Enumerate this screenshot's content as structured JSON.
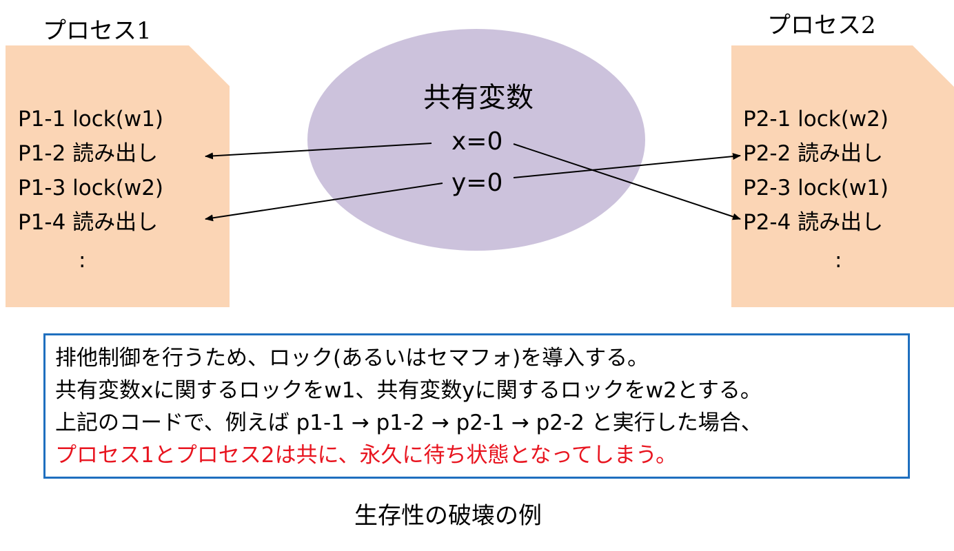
{
  "colors": {
    "doc_fill": "#fbd5b5",
    "ellipse_fill": "#ccc2dc",
    "box_border": "#1f6fbf",
    "warning_text": "#e8141f"
  },
  "process1": {
    "title": "プロセス1",
    "lines": [
      "P1-1 lock(w1)",
      "P1-2 読み出し",
      "P1-3 lock(w2)",
      "P1-4 読み出し"
    ],
    "continuation": ":"
  },
  "process2": {
    "title": "プロセス2",
    "lines": [
      "P2-1 lock(w2)",
      "P2-2 読み出し",
      "P2-3 lock(w1)",
      "P2-4 読み出し"
    ],
    "continuation": ":"
  },
  "shared_vars": {
    "title": "共有変数",
    "x": "x=0",
    "y": "y=0"
  },
  "note": {
    "line1": "排他制御を行うため、ロック(あるいはセマフォ)を導入する。",
    "line2": "共有変数xに関するロックをw1、共有変数yに関するロックをw2とする。",
    "line3": "上記のコードで、例えば p1-1 → p1-2 → p2-1 → p2-2 と実行した場合、",
    "line4": "プロセス1とプロセス2は共に、永久に待ち状態となってしまう。"
  },
  "caption": "生存性の破壊の例"
}
